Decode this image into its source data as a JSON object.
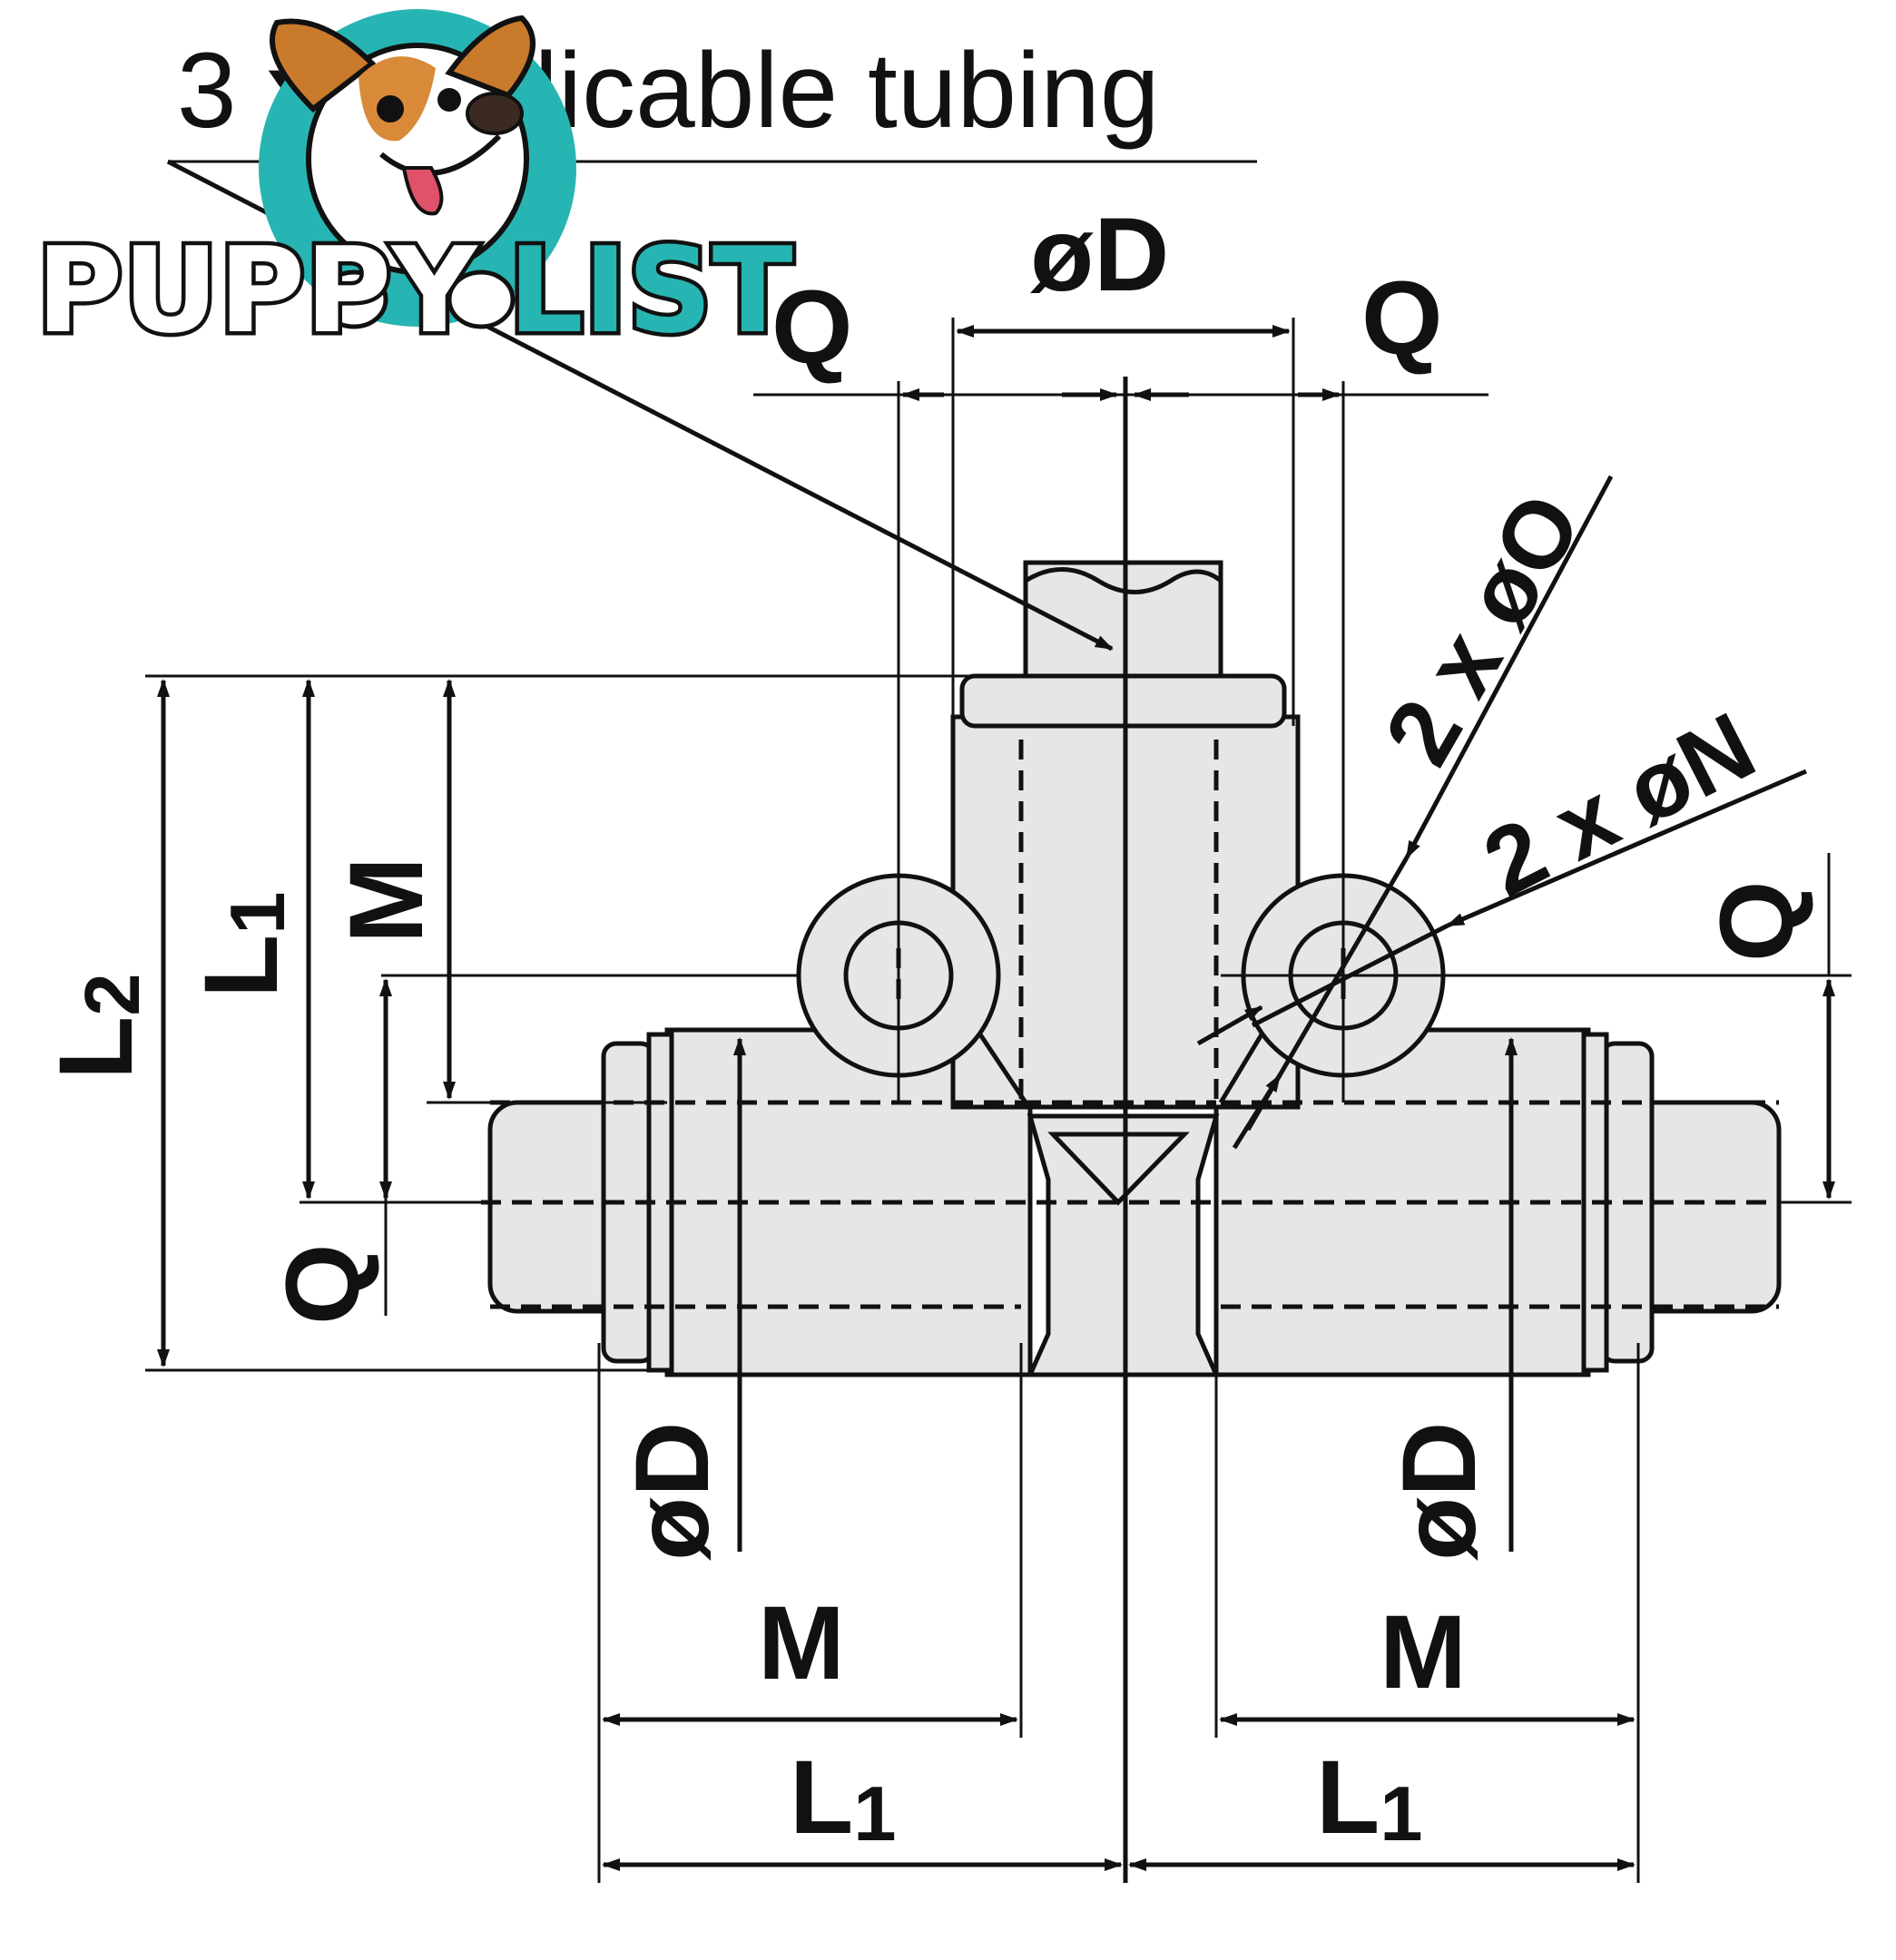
{
  "callout": {
    "text": "3 x Applicable tubing"
  },
  "logo": {
    "word_left": "PUPPY",
    "word_right": "LIST",
    "colors": {
      "left": "#ffffff",
      "right": "#27b5b3",
      "outline": "#111111",
      "badge": "#27b5b3"
    }
  },
  "labels": {
    "od_top": "øD",
    "q_top_left": "Q",
    "q_top_right": "Q",
    "two_o": "2 x øO",
    "two_n": "2 x øN",
    "q_right": "Q",
    "l2": "L",
    "l2_sub": "2",
    "l1_left": "L",
    "l1_left_sub": "1",
    "m_left": "M",
    "q_left": "Q",
    "od_bottom_left": "øD",
    "od_bottom_right": "øD",
    "m_bottom_left": "M",
    "m_bottom_right": "M",
    "l1_bottom_left": "L",
    "l1_bottom_left_sub": "1",
    "l1_bottom_right": "L",
    "l1_bottom_right_sub": "1"
  },
  "colors": {
    "line": "#111111",
    "body": "#e6e6e6"
  }
}
